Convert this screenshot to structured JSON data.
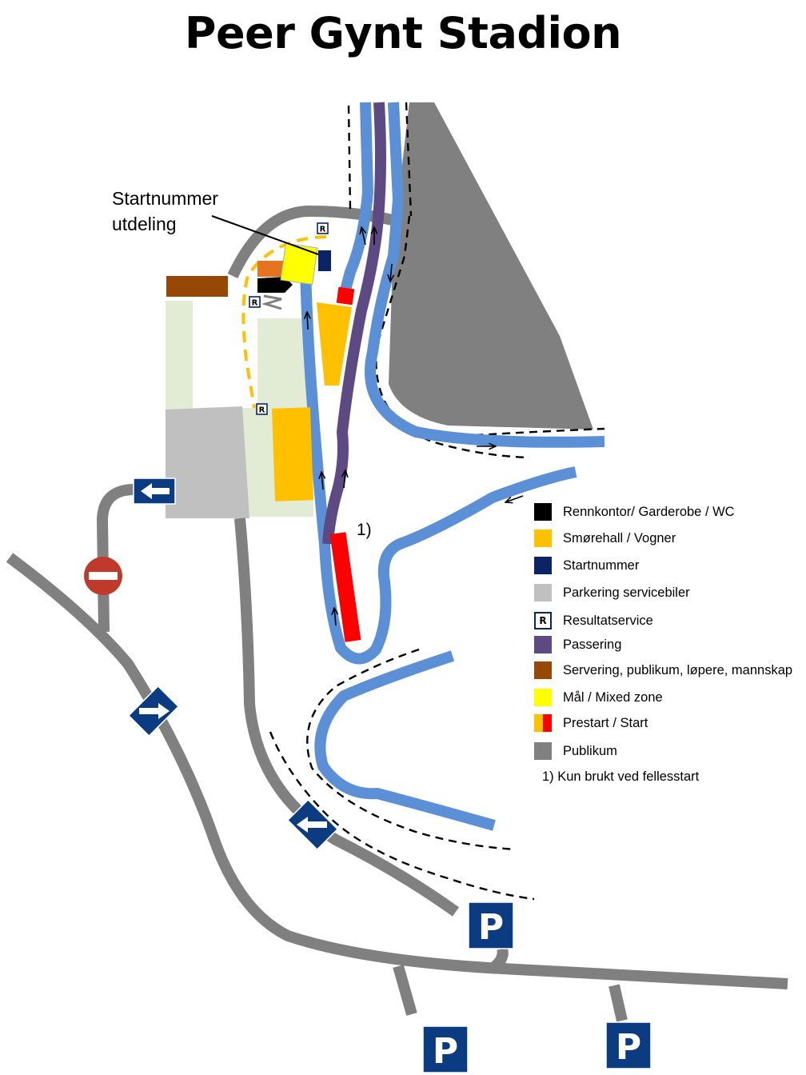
{
  "title": "Peer Gynt Stadion",
  "callout": {
    "line1": "Startnummer",
    "line2": "utdeling"
  },
  "note_marker": "1)",
  "parking_label": "P",
  "result_badge_label": "R",
  "colors": {
    "track": "#5b8fd6",
    "passing": "#5d4a82",
    "road": "#808080",
    "public": "#808080",
    "office": "#000000",
    "wax": "#ffc000",
    "bib": "#0a2466",
    "service_parking": "#c0c0c0",
    "result_border": "#0a2466",
    "serving": "#974806",
    "finish": "#ffff00",
    "prestart": "#ffc000",
    "start": "#ff0000",
    "green_area": "#e2ebd3",
    "sign_blue": "#0b3b80",
    "no_entry": "#c0392b"
  },
  "legend": [
    {
      "label": "Rennkontor/ Garderobe / WC",
      "swatch": "office"
    },
    {
      "label": "Smørehall / Vogner",
      "swatch": "wax"
    },
    {
      "label": "Startnummer",
      "swatch": "bib"
    },
    {
      "label": "Parkering servicebiler",
      "swatch": "service_parking"
    },
    {
      "label": "Resultatservice",
      "swatch": "result"
    },
    {
      "label": "Passering",
      "swatch": "passing"
    },
    {
      "label": "Servering, publikum, løpere, mannskap",
      "swatch": "serving"
    },
    {
      "label": "Mål / Mixed zone",
      "swatch": "finish"
    },
    {
      "label": "Prestart / Start",
      "swatch": "prestart_start"
    },
    {
      "label": "Publikum",
      "swatch": "public"
    }
  ],
  "legend_note": "1) Kun brukt ved fellesstart"
}
